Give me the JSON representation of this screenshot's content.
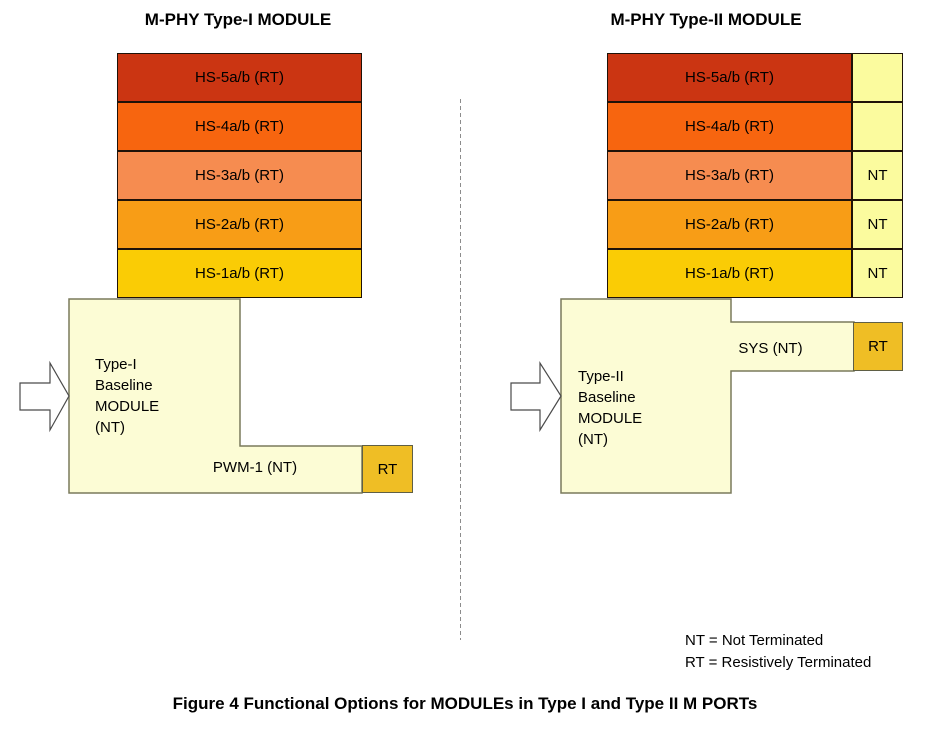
{
  "left_column": {
    "title": "M-PHY Type-I MODULE",
    "module_lines": [
      "Type-I",
      "Baseline",
      "MODULE",
      "(NT)"
    ],
    "pwm_label": "PWM-1 (NT)",
    "rt_label": "RT"
  },
  "right_column": {
    "title": "M-PHY Type-II MODULE",
    "module_lines": [
      "Type-II",
      "Baseline",
      "MODULE",
      "(NT)"
    ],
    "sys_label": "SYS (NT)",
    "rt_label": "RT",
    "side_labels": [
      "",
      "",
      "NT",
      "NT",
      "NT"
    ]
  },
  "hs_bars": [
    "HS-5a/b (RT)",
    "HS-4a/b (RT)",
    "HS-3a/b (RT)",
    "HS-2a/b (RT)",
    "HS-1a/b (RT)"
  ],
  "legend": {
    "nt_line": "NT = Not Terminated",
    "rt_line": "RT = Resistively Terminated"
  },
  "caption": "Figure 4 Functional Options for MODULEs in Type I and Type II M PORTs",
  "colors": {
    "hs5": "#CB3512",
    "hs4": "#F7650F",
    "hs3": "#F68C50",
    "hs2": "#F89D16",
    "hs1": "#FACC05",
    "rt_box": "#EFBE25",
    "side_box": "#FBFB9E",
    "module_fill": "#FCFCD5",
    "shape_border": "#7A7A5C",
    "arrow_border": "#4A4A4A"
  }
}
